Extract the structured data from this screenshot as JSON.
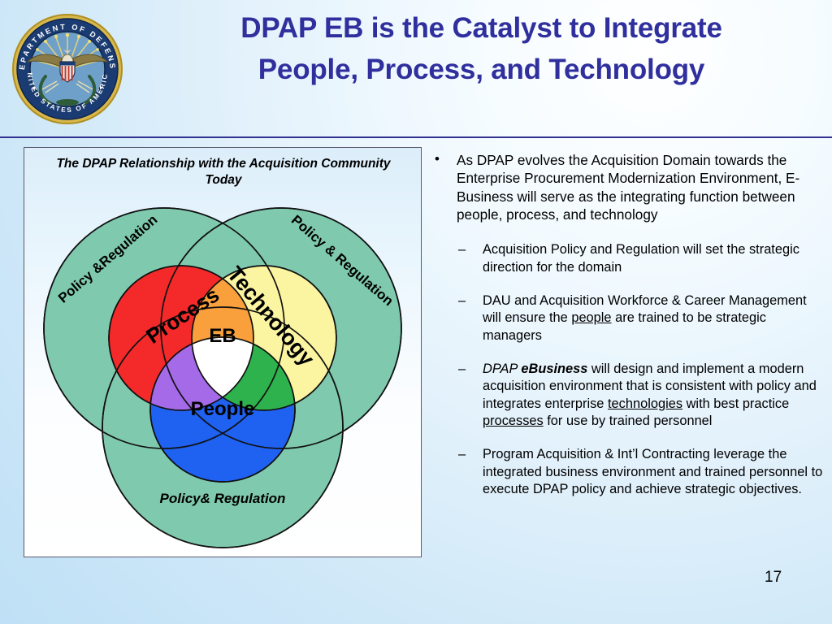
{
  "header": {
    "title_line1": "DPAP EB is the Catalyst to Integrate",
    "title_line2": "People, Process, and Technology",
    "seal": {
      "top_text": "DEPARTMENT OF DEFENSE",
      "bottom_text": "UNITED STATES OF AMERICA",
      "alt": "Department of Defense seal"
    }
  },
  "panel": {
    "title_line1": "The DPAP Relationship with the Acquisition Community",
    "title_line2": "Today",
    "diagram": {
      "outer_label_left": "Policy &Regulation",
      "outer_label_right": "Policy & Regulation",
      "outer_label_bottom": "Policy& Regulation",
      "inner_label_process": "Process",
      "inner_label_technology": "Technology",
      "inner_label_people": "People",
      "center_label": "EB",
      "colors": {
        "outer": "#7fc9ae",
        "process": "#f42a2a",
        "technology": "#fbf4a0",
        "people": "#1f61f0",
        "process_technology": "#f9a03c",
        "process_people": "#a46ae8",
        "technology_people": "#2eb24d",
        "center": "#ffffff",
        "stroke": "#111111"
      }
    }
  },
  "bullets": [
    {
      "level": 1,
      "marker": "•",
      "text": "As DPAP evolves the Acquisition Domain towards the Enterprise Procurement Modernization Environment, E-Business will serve as the integrating function between people, process, and technology"
    },
    {
      "level": 2,
      "marker": "–",
      "text": "Acquisition Policy and Regulation will set the strategic direction for the domain"
    },
    {
      "level": 2,
      "marker": "–",
      "text_parts": [
        {
          "t": "DAU and Acquisition Workforce & Career Management will ensure the "
        },
        {
          "t": "people",
          "style": "underline"
        },
        {
          "t": " are trained to be strategic managers"
        }
      ]
    },
    {
      "level": 2,
      "marker": "–",
      "text_parts": [
        {
          "t": "DPAP ",
          "style": "italic"
        },
        {
          "t": "eBusiness",
          "style": "bold-italic"
        },
        {
          "t": " will design and implement a modern acquisition environment that is consistent with policy and integrates enterprise "
        },
        {
          "t": "technologies",
          "style": "underline"
        },
        {
          "t": " with best practice "
        },
        {
          "t": "processes",
          "style": "underline"
        },
        {
          "t": " for use by trained personnel"
        }
      ]
    },
    {
      "level": 2,
      "marker": "–",
      "text": "Program Acquisition & Int’l Contracting leverage the integrated business environment and trained personnel to execute DPAP policy and achieve strategic objectives."
    }
  ],
  "footer": {
    "page_number": "17"
  },
  "theme": {
    "title_color": "#2f2f9e",
    "rule_color": "#31318f",
    "panel_border": "#5a5a6e"
  }
}
